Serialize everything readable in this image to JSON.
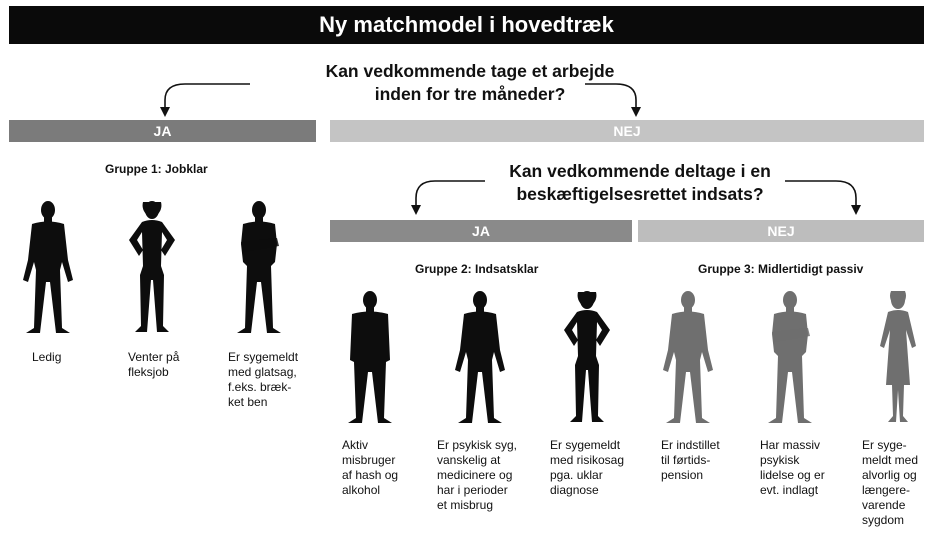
{
  "title": "Ny matchmodel i hovedtræk",
  "question1": {
    "line1": "Kan vedkommende tage et arbejde",
    "line2": "inden for tre måneder?"
  },
  "bar_ja_1": "JA",
  "bar_nej_1": "NEJ",
  "question2": {
    "line1": "Kan vedkommende deltage i en",
    "line2": "beskæftigelsesrettet indsats?"
  },
  "bar_ja_2": "JA",
  "bar_nej_2": "NEJ",
  "colors": {
    "title_bg": "#0a0a0a",
    "bar_ja_1": "#7b7b7b",
    "bar_nej_1": "#c4c4c4",
    "bar_ja_2": "#8a8a8a",
    "bar_nej_2": "#bdbdbd",
    "silhouette_dark": "#0d0d0d",
    "silhouette_grey": "#6f6f6f"
  },
  "groups": [
    {
      "title": "Gruppe 1: Jobklar",
      "people": [
        {
          "caption": "Ledig",
          "icon": "person-silhouette-icon"
        },
        {
          "caption": "Venter på\nfleksjob",
          "icon": "person-silhouette-icon"
        },
        {
          "caption": "Er sygemeldt\nmed glatsag,\nf.eks. bræk-\nket ben",
          "icon": "person-silhouette-icon"
        }
      ]
    },
    {
      "title": "Gruppe 2: Indsatsklar",
      "people": [
        {
          "caption": "Aktiv\nmisbruger\naf hash og\nalkohol",
          "icon": "person-silhouette-icon"
        },
        {
          "caption": "Er psykisk syg,\nvanskelig at\nmedicinere og\nhar i perioder\net misbrug",
          "icon": "person-silhouette-icon"
        },
        {
          "caption": "Er sygemeldt\nmed risikosag\npga. uklar\ndiagnose",
          "icon": "person-silhouette-icon"
        }
      ]
    },
    {
      "title": "Gruppe 3: Midlertidigt passiv",
      "people": [
        {
          "caption": "Er indstillet\ntil førtids-\npension",
          "icon": "person-silhouette-icon"
        },
        {
          "caption": "Har massiv\npsykisk\nlidelse og er\nevt. indlagt",
          "icon": "person-silhouette-icon"
        },
        {
          "caption": "Er syge-\nmeldt med\nalvorlig og\nlængere-\nvarende\nsygdom",
          "icon": "person-silhouette-icon"
        }
      ]
    }
  ]
}
